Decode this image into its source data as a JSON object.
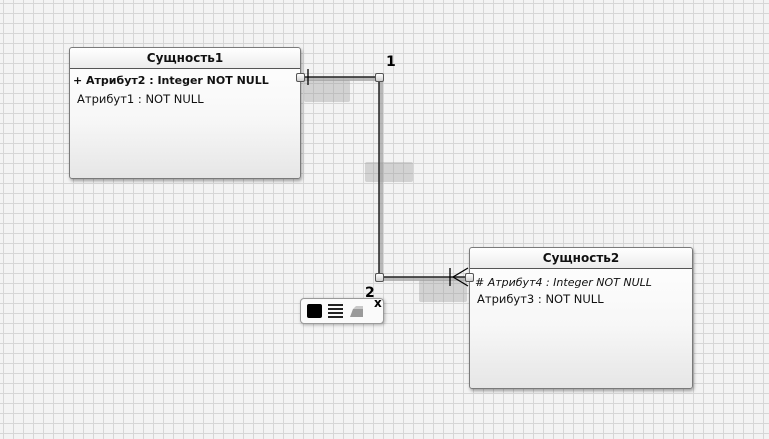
{
  "entities": [
    {
      "name": "Сущность1",
      "attributes": [
        {
          "text": "+ Атрибут2 : Integer NOT NULL",
          "style": "primary-key"
        },
        {
          "text": "Атрибут1 :  NOT NULL",
          "style": "normal"
        }
      ]
    },
    {
      "name": "Сущность2",
      "attributes": [
        {
          "text": "# Атрибут4 : Integer NOT NULL",
          "style": "foreign-key"
        },
        {
          "text": "Атрибут3 :  NOT NULL",
          "style": "normal"
        }
      ]
    }
  ],
  "relationship": {
    "point_labels": [
      "1",
      "2"
    ],
    "from_cardinality": "one",
    "to_cardinality": "many"
  },
  "toolbar": {
    "items": [
      "fill-color",
      "line-style",
      "shape-style"
    ],
    "close_label": "x"
  }
}
